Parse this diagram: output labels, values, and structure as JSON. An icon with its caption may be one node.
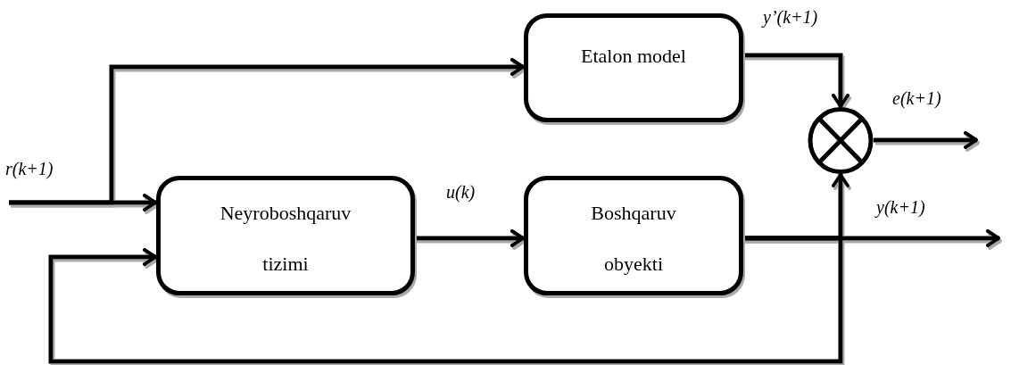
{
  "diagram": {
    "nodes": [
      {
        "text": [
          "Etalon model"
        ]
      },
      {
        "text": [
          "Neyroboshqaruv tizimi"
        ]
      },
      {
        "text": [
          "Boshqaruv obyekti"
        ]
      },
      {
        "text": [],
        "shape": "circle"
      }
    ],
    "edges": [
      {
        "from": null,
        "to": 1,
        "arrow": "to",
        "label": "r(k+1)"
      },
      {
        "from": null,
        "to": 0,
        "arrow": "to"
      },
      {
        "from": 1,
        "to": 2,
        "arrow": "to",
        "label": "u(k)"
      },
      {
        "from": 0,
        "to": 3,
        "arrow": "to",
        "label": "y’(k+1)"
      },
      {
        "from": 3,
        "to": null,
        "arrow": "to",
        "label": "e(k+1)"
      },
      {
        "from": 2,
        "to": null,
        "arrow": "to",
        "label": "y(k+1)"
      },
      {
        "from": 2,
        "to": 3,
        "arrow": "to"
      },
      {
        "from": 2,
        "to": 1,
        "arrow": "to"
      }
    ]
  }
}
